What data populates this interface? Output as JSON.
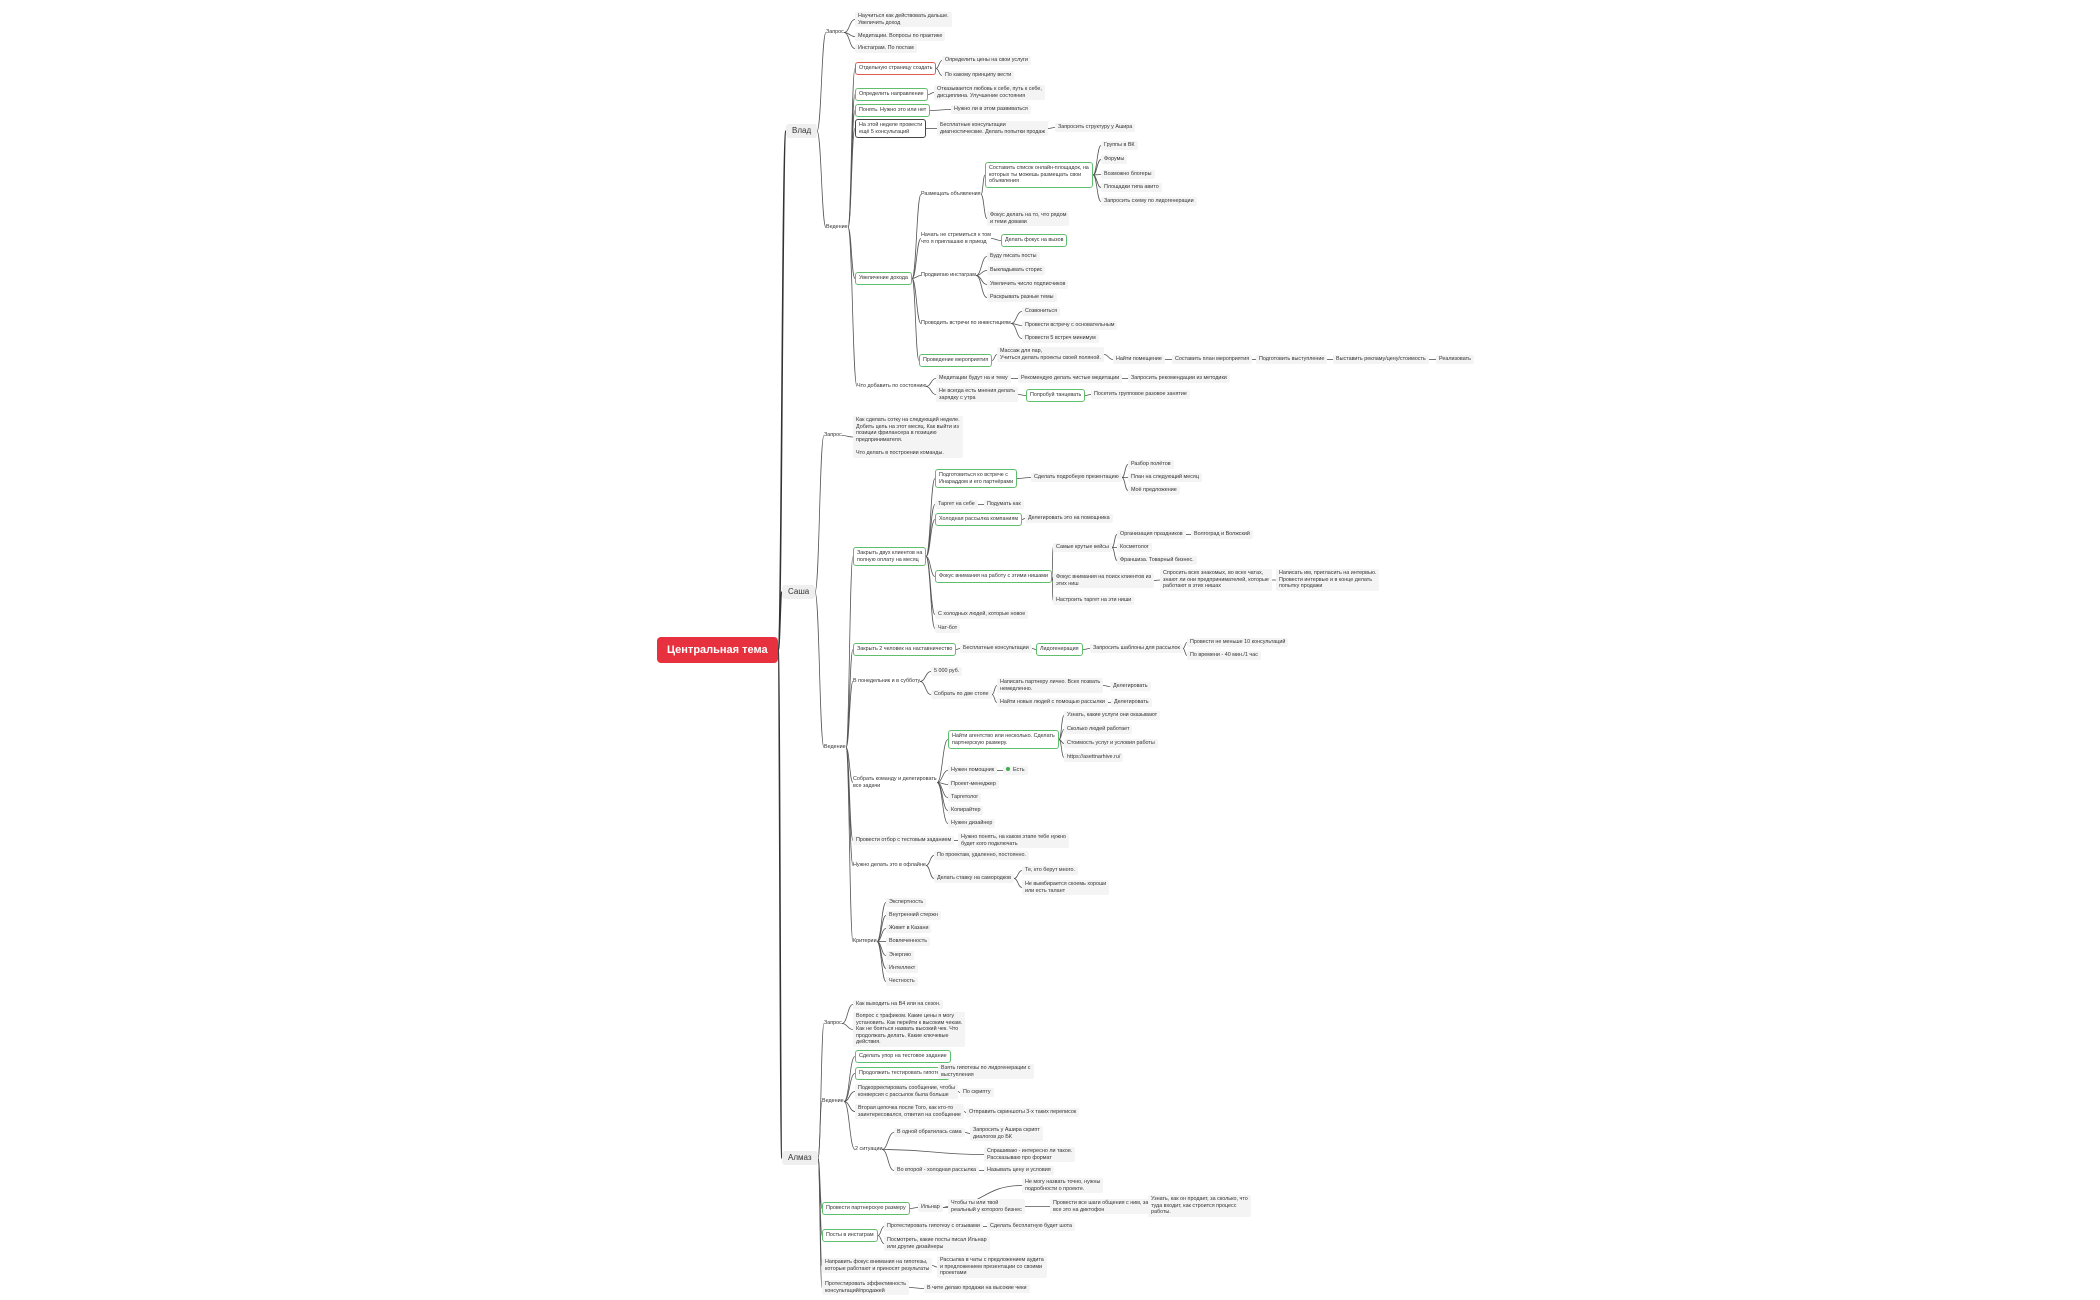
{
  "mindmap": {
    "root": "Центральная тема",
    "vlad": {
      "label": "Влад",
      "zapros": "Запрос",
      "z1": "Научиться как действовать дальше.\nУвеличить доход",
      "z2": "Медитации. Вопросы по практике",
      "z3": "Инстаграм. По постам",
      "vedenie": "Ведение",
      "a1": "Отдельную страницу создать",
      "a1c1": "Определить цены на свои услуги",
      "a1c2": "По какому принципу вести",
      "a2": "Определить направление",
      "a2c1": "Отказывается любовь к себе, путь к себе,\nдисциплина. Улучшение состояния",
      "a3": "Понять. Нужно это или нет",
      "a3c1": "Нужно ли в этом развиваться",
      "a4": "На этой неделе провести\nещё 5 консультаций",
      "a4c1": "Бесплатные консультации\nдиагностические. Делать попытки продаж",
      "a4c2": "Запросить структуру у Ашира",
      "dohod": "Увеличение дохода",
      "r1": "Размещать объявления",
      "r1a": "Составить список онлайн-площадок, на\nкоторых ты можешь размещать свои\nобъявления",
      "r1a1": "Группы в ВК",
      "r1a2": "Форумы",
      "r1a3": "Возможно блогеры",
      "r1a4": "Площадки типа авито",
      "r1a5": "Запросить схему по лидогенерации",
      "r1b": "Фокус делать на то, что рядом\nи теми довами",
      "r2": "Начать не стремиться к том\nчто я приглашаю в приезд",
      "r2a": "Делать фокус на вызов",
      "r3": "Продвигаю инстаграм",
      "r3a": "Буду писать посты",
      "r3b": "Выкладывать сторис",
      "r3c": "Увеличить число подписчиков",
      "r3d": "Раскрывать разные темы",
      "r4": "Проводить встречи по инвестициям",
      "r4a": "Созвониться",
      "r4b": "Провести встречу с основательным",
      "r4c": "Провести 5 встреч минимум",
      "r5": "Проведение мероприятия",
      "r5a": "Массаж для пар,\nУчиться делать проекты своей поляной.",
      "r5b": "Найти помещение",
      "r5c": "Составить план мероприятия",
      "r5d": "Подготовить выступление",
      "r5e": "Выставить рекламу/цену/стоимость",
      "r5f": "Реализовать",
      "s1": "Что добавить по состоянию",
      "s1a": "Медитации будут на и тему",
      "s1a1": "Рекомендую делать чистые медитации",
      "s1a2": "Запросить рекомендации из методики",
      "s1b": "Не всегда есть мнения делать\nзарядку с утра",
      "s1b1": "Попробуй танцевать",
      "s1b2": "Посетить групповое разовое занятие"
    },
    "sasha": {
      "label": "Саша",
      "zapros": "Запрос",
      "z1": "Как сделать сотку на следующий неделе.\nДобить цель на этот месяц. Как выйти из\nпозиции фрилансера в позицию\nпредпринимателя.\n\nЧто делать в построении команды.",
      "vedenie": "Ведение",
      "k1": "Закрыть двух клиентов на\nполную оплату на месяц",
      "k1a": "Подготовиться ко встрече с\nИнараддом и его партнёрами",
      "k1a1": "Сделать подробную презентацию",
      "k1a1a": "Разбор полётов",
      "k1a1b": "План на следующий месяц",
      "k1a1c": "Моё предложение",
      "k1b": "Таргет на себе",
      "k1b1": "Подумать как",
      "k1c": "Холодная рассылка компаниям",
      "k1c1": "Делегировать это на помощника",
      "k1d": "Фокус внимания на работу с этими нишами",
      "k1d1": "Самые крутые кейсы",
      "k1d1a": "Организация праздников",
      "k1d1a1": "Волгоград и Волжский",
      "k1d1b": "Косметолог",
      "k1d1c": "Франшиза. Товарный бизнес.",
      "k1d2": "Фокус внимания на поиск клиентов из\nэтих ниш",
      "k1d2a": "Спросить всех знакомых, во всех чатах,\nзнают ли они предпринимателей, которые\nработают в этих нишах",
      "k1d2b": "Написать им, пригласить на интервью.\nПровести интервью и в конце делать\nпопытку продажи",
      "k1d3": "Настроить таргет на эти ниши",
      "k1e": "С холодных людей, которые новое",
      "k1f": "Чат-бот",
      "k2": "Закрыть 2 человек на наставничество",
      "k2a": "Бесплатные консультации",
      "k2b": "Лидогенерация",
      "k2c": "Запросить шаблоны для рассылок",
      "k2c1": "Провести не меньше 10 консультаций",
      "k2c2": "По времени - 40 мин./1 час",
      "k3": "В понедельник и в субботу",
      "k3a": "5 000 руб.",
      "k3b": "Собрать по две стопе",
      "k3b1": "Написать партнеру лично. Всех позвать\nнемедленно.",
      "k3b1a": "Делегировать",
      "k3b2": "Найти новых людей с помощью рассылки",
      "k3b2a": "Делегировать",
      "k4": "Собрать команду и делегировать\nвсе задачи",
      "k4a": "Найти агентство или несколько. Сделать\nпартнерскую размеру.",
      "k4a1": "Узнать, какие услуги они оказывают",
      "k4a2": "Сколько людей работает",
      "k4a3": "Стоимость услуг и условия работы",
      "k4a4": "https://asettnarhive.ru/",
      "k4b": "Нужен помощник",
      "k4b1": "Есть",
      "k4c": "Проект-менеджер",
      "k4d": "Таргетолог",
      "k4e": "Копирайтер",
      "k4f": "Нужен дизайнер",
      "k5": "Провести отбор с тестовым заданием",
      "k5a": "Нужно понять, на каком этапе тебе нужно\nбудет кого подключать",
      "k6": "Нужно делать это в офлайне",
      "k6a": "По проектам, удаленно, постоянно.",
      "k6b": "Делать ставку на самородков",
      "k6b1": "Те, кто берут много.",
      "k6b2": "Не вымбирается скоемь хороши\nили есть талант",
      "k7": "Критерии",
      "k7a": "Экспертность",
      "k7b": "Внутренний стержн",
      "k7c": "Живет в Казани",
      "k7d": "Вовлеченность",
      "k7e": "Энергию",
      "k7f": "Интеллект",
      "k7g": "Честность"
    },
    "almaz": {
      "label": "Алмаз",
      "zapros": "Запрос",
      "z1": "Как выходить на B4 или на сезон.",
      "z2": "Вопрос с трафиком. Какие цены я могу\nустановить. Как перейти к высоким чекам.\nКак не бояться назвать высокий чек. Что\nпродолжать делать. Какие ключевые\nдействия.",
      "vedenie": "Ведение",
      "a1": "Сделать упор на тестовое задание",
      "a2": "Продолжить тестировать гипотезы",
      "a2a": "Взять гипотезы по лидогенерации с\nвыступления",
      "a3": "Подкорректировать сообщение, чтобы\nконверсия с рассылок была больше",
      "a3a": "По скрипту",
      "a4": "Вторая цепочка после Того, как кто-то\nзаинтересовался, ответил на сообщение",
      "a4a": "Отправить скриншоты 3-х таких переписок",
      "a5": "2 ситуации",
      "a5a": "В одной обратилась сама",
      "a5a1": "Запросить у Ашира скрипт\nдиалогов до БК",
      "a5a2": "Спрашиваю - интересно ли такое.\nРассказываю про формат",
      "a5b": "Во второй - холодная рассылка",
      "a5b1": "Называть цену и условия",
      "p1": "Провести партнерскую размеру",
      "p1a": "Ильнар",
      "p1a1": "Чтобы ты или твой\nреальный у которого бизнес",
      "p1a2": "Провести все шаги общения с ним, записал\nвсе это на диктофон",
      "p1a3": "Узнать, как он продает, за сколько, что\nтуда входит, как строится процесс\nработы.",
      "p1pre": "Не могу назвать точно, нужны\nподробности о проекте.",
      "p2": "Посты в инстаграм",
      "p2a": "Протестировать гипотезу с отзывами",
      "p2a1": "Сделать бесплатную будет шота",
      "p2b": "Посмотреть, какие посты писал Ильнар\nили другие дизайнеры",
      "p3": "Направить фокус внимания на гипотезы,\nкоторые работают и приносят результаты",
      "p3a": "Рассылка в чаты с предложением аудита\nи предложением презентации со своими\nпроектами",
      "p4": "Протестировать эффективность\nконсультаций/продажей",
      "p4a": "В чите делаю продажи на высокие чеки"
    }
  }
}
